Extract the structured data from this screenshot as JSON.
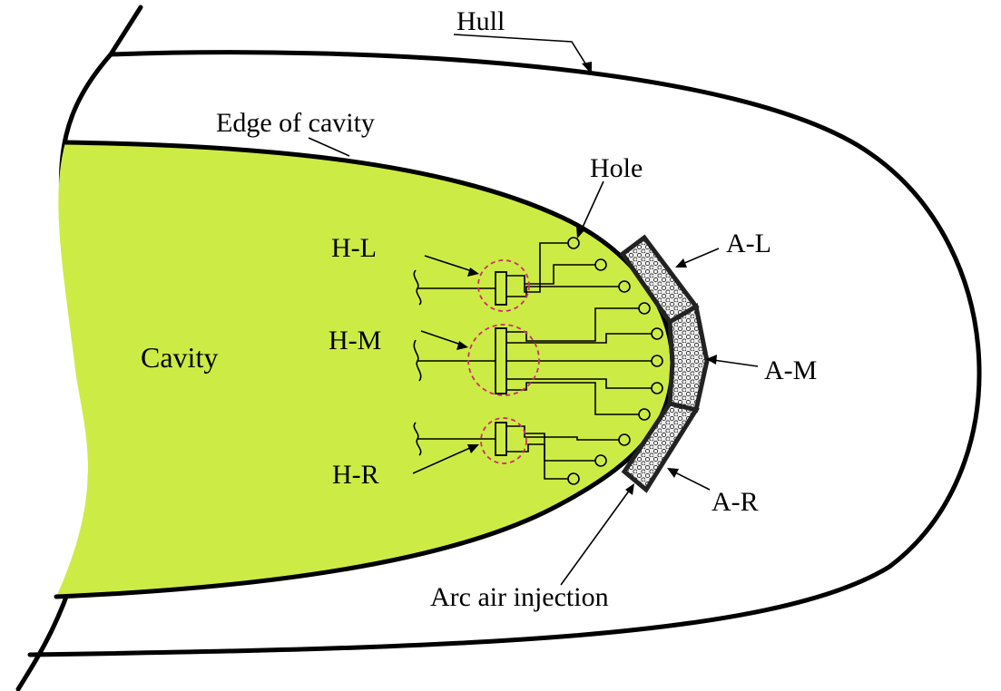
{
  "labels": {
    "hull": "Hull",
    "edge_of_cavity": "Edge of cavity",
    "hole": "Hole",
    "cavity": "Cavity",
    "h_l": "H-L",
    "h_m": "H-M",
    "h_r": "H-R",
    "a_l": "A-L",
    "a_m": "A-M",
    "a_r": "A-R",
    "arc_air_injection": "Arc air injection"
  },
  "colors": {
    "cavity_fill": "#cdeb45",
    "outline": "#000000",
    "hole_ring": "#c8306a",
    "injector_fill": "#ececec"
  }
}
